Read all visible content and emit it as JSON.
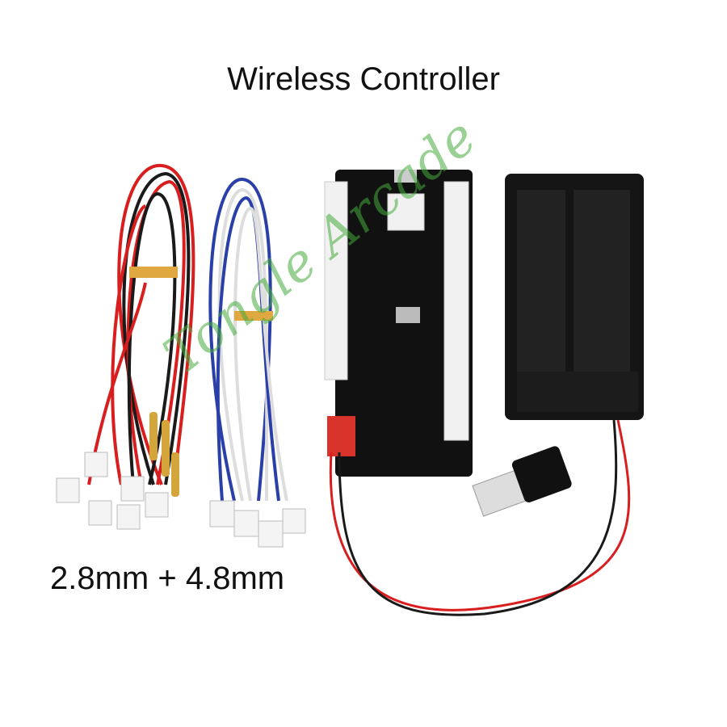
{
  "title": "Wireless Controller",
  "caption": "2.8mm + 4.8mm",
  "watermark": "Tongle Arcade",
  "colors": {
    "red_wire": "#d81e1e",
    "black_wire": "#1a1a1a",
    "blue_wire": "#2a3fa8",
    "pcb": "#111111",
    "watermark": "#46aa3c"
  }
}
